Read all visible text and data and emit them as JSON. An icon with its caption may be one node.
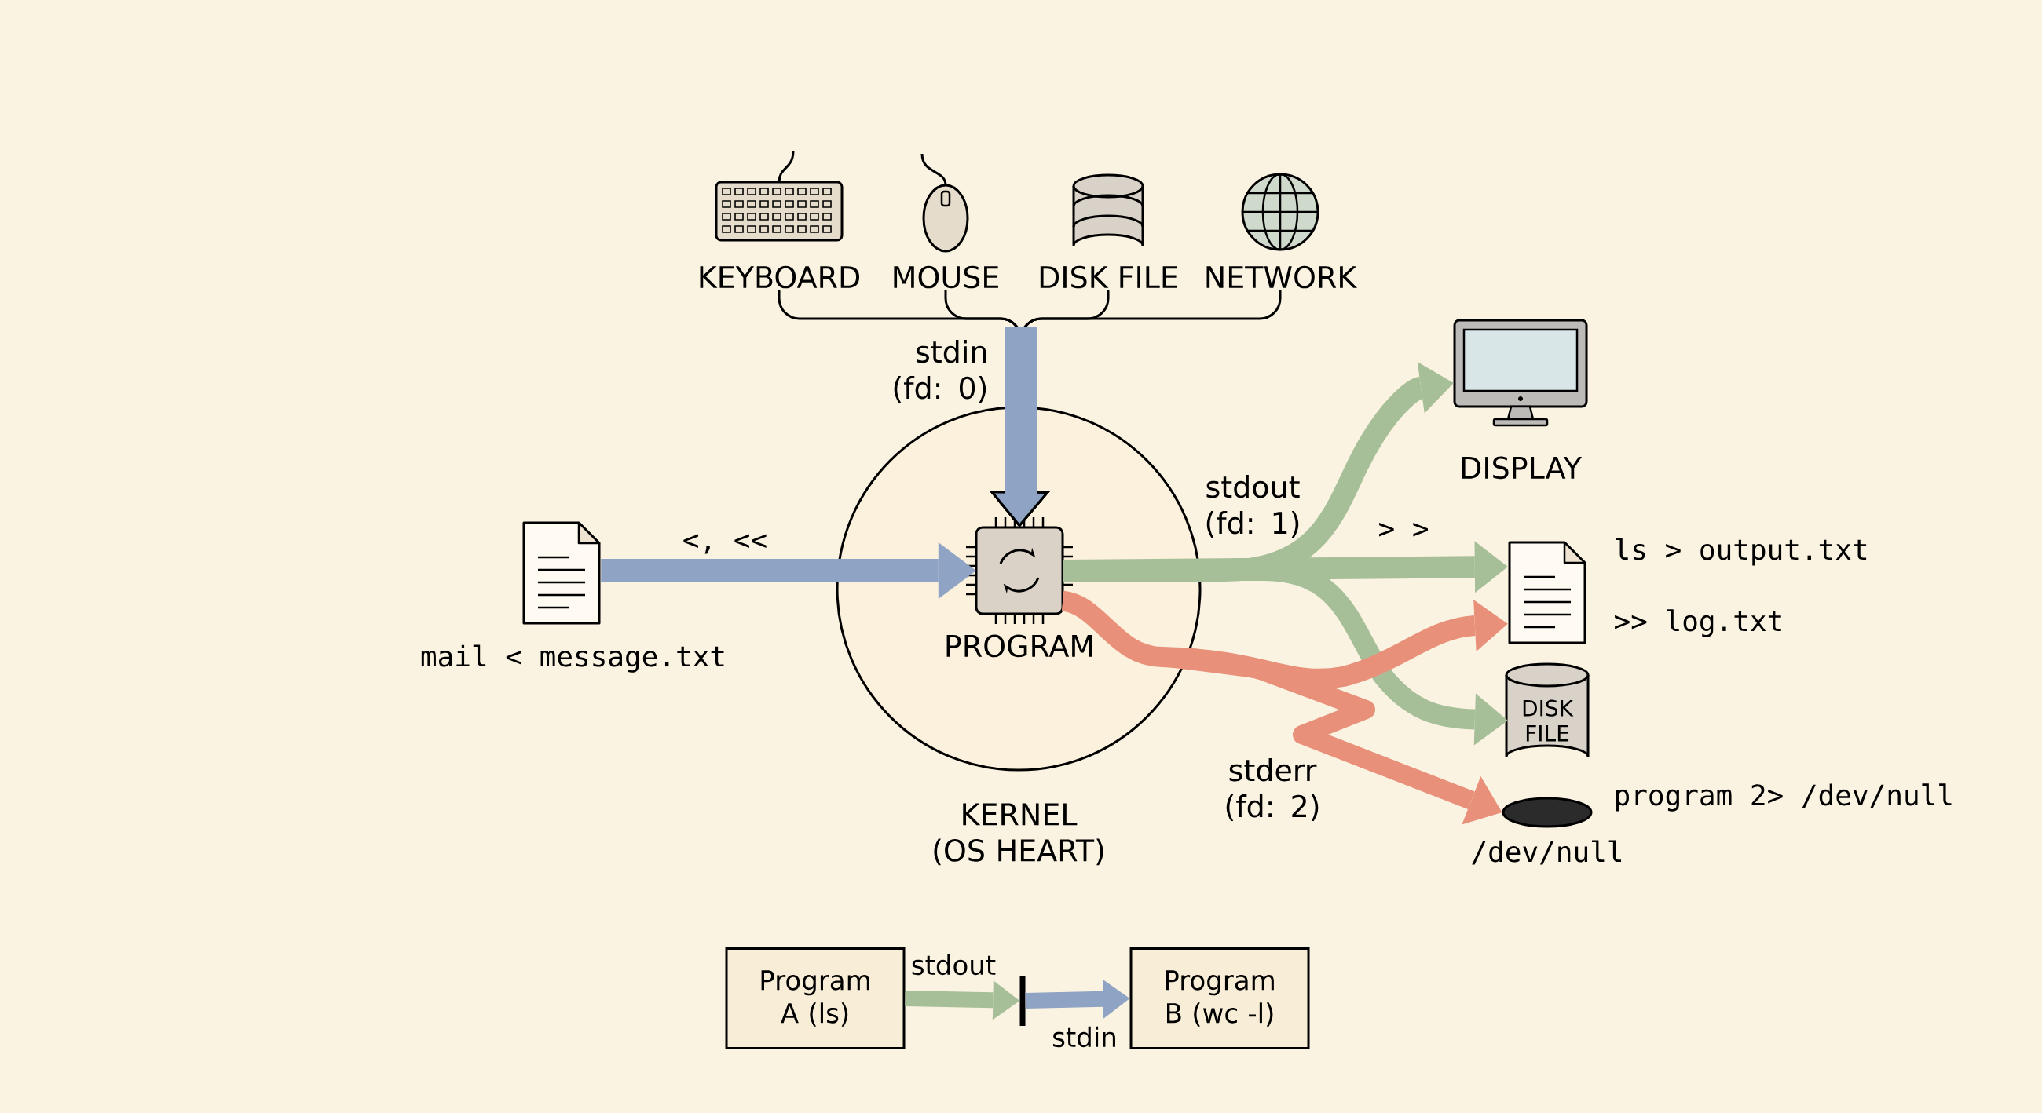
{
  "diagram": {
    "nodes": [
      {
        "text": [
          "KEYBOARD"
        ]
      },
      {
        "text": [
          "MOUSE"
        ]
      },
      {
        "text": [
          "DISK FILE"
        ]
      },
      {
        "text": [
          "NETWORK"
        ]
      },
      {
        "text": [
          "KERNEL (OS HEART)"
        ]
      },
      {
        "text": [
          "PROGRAM"
        ],
        "in": 4
      },
      {
        "text": [
          "mail < message.txt"
        ]
      },
      {
        "text": [
          "DISPLAY"
        ]
      },
      {
        "text": [],
        "shape": "document",
        "beside": [
          "ls > output.txt",
          ">> log.txt"
        ]
      },
      {
        "text": [
          "DISK FILE"
        ]
      },
      {
        "text": [
          "/dev/null"
        ],
        "beside": [
          "program 2> /dev/null"
        ]
      },
      {
        "text": [
          "Program A (ls)"
        ]
      },
      {
        "text": [],
        "shape": "bar"
      },
      {
        "text": [
          "Program B (wc -l)"
        ]
      }
    ],
    "edges": [
      {
        "from": 0,
        "to": 5,
        "arrow": "to"
      },
      {
        "from": 1,
        "to": 5,
        "arrow": "to"
      },
      {
        "from": 2,
        "to": 5,
        "arrow": "to"
      },
      {
        "from": 3,
        "to": 5,
        "arrow": "to"
      },
      {
        "from": 6,
        "to": 5,
        "arrow": "to",
        "color": "#8fa3c4",
        "label": "<, <<"
      },
      {
        "from": 5,
        "to": 7,
        "arrow": "to",
        "color": "#a7bf98"
      },
      {
        "from": 5,
        "to": 8,
        "arrow": "to",
        "color": "#a7bf98",
        "label": "> >"
      },
      {
        "from": 5,
        "to": 9,
        "arrow": "to",
        "color": "#a7bf98"
      },
      {
        "from": 5,
        "to": 8,
        "arrow": "to",
        "color": "#e9907a"
      },
      {
        "from": 5,
        "to": 10,
        "arrow": "to",
        "color": "#e9907a"
      },
      {
        "from": 11,
        "to": 12,
        "arrow": "to",
        "color": "#a7bf98",
        "label": "stdout"
      },
      {
        "from": 12,
        "to": 13,
        "arrow": "to",
        "color": "#8fa3c4",
        "label": "stdin"
      }
    ],
    "labels": [
      "stdin (fd: 0)",
      "stdout (fd: 1)",
      "stderr (fd: 2)"
    ]
  }
}
